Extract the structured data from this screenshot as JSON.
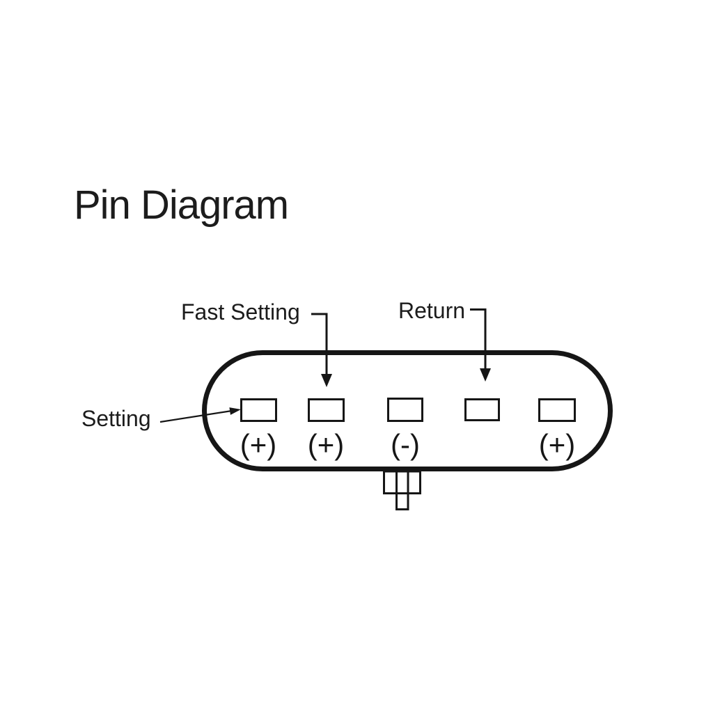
{
  "title": "Pin Diagram",
  "diagram": {
    "labels": {
      "fast_setting": "Fast Setting",
      "return_label": "Return",
      "setting": "Setting"
    },
    "pins": [
      {
        "name": "pin-1",
        "polarity": "(+)",
        "callout": "Setting"
      },
      {
        "name": "pin-2",
        "polarity": "(+)",
        "callout": "Fast Setting"
      },
      {
        "name": "pin-3",
        "polarity": "(-)",
        "callout": ""
      },
      {
        "name": "pin-4",
        "polarity": "",
        "callout": "Return"
      },
      {
        "name": "pin-5",
        "polarity": "(+)",
        "callout": ""
      }
    ],
    "colors": {
      "ink": "#161616",
      "background": "#ffffff"
    }
  }
}
